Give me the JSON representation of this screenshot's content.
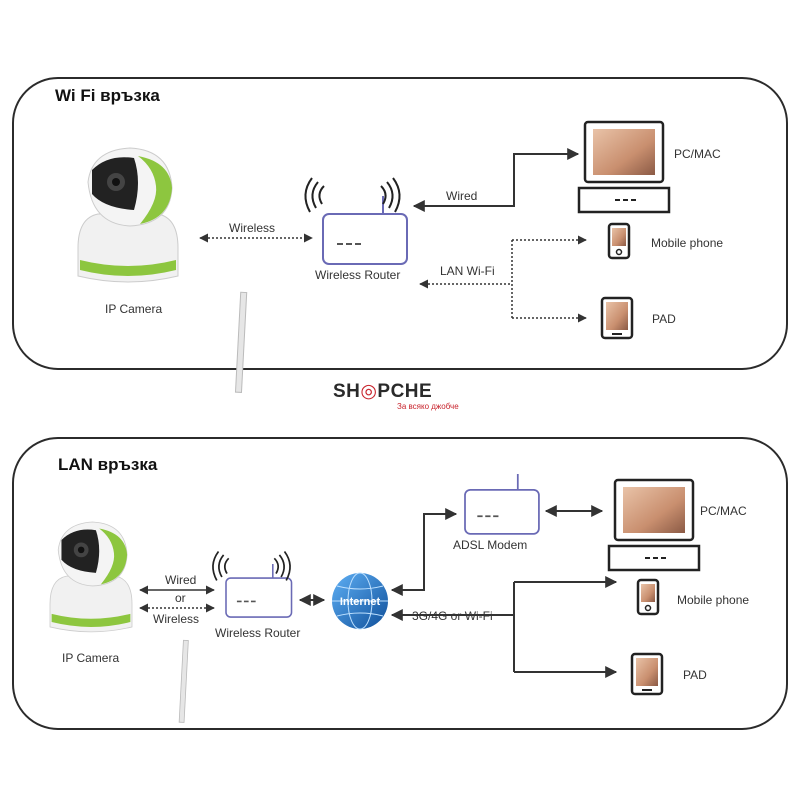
{
  "brand": {
    "name_left": "SH",
    "name_right": "PCHE",
    "tagline": "За всяко джобче",
    "accent_color": "#c8232c"
  },
  "wifi_panel": {
    "title": "Wi Fi връзка",
    "nodes": {
      "camera": "IP Camera",
      "router": "Wireless Router",
      "pc": "PC/MAC",
      "phone": "Mobile phone",
      "pad": "PAD"
    },
    "links": {
      "camera_router": "Wireless",
      "router_pc": "Wired",
      "router_devices": "LAN Wi-Fi"
    }
  },
  "lan_panel": {
    "title": "LAN връзка",
    "nodes": {
      "camera": "IP Camera",
      "router": "Wireless Router",
      "internet": "Internet",
      "modem": "ADSL Modem",
      "pc": "PC/MAC",
      "phone": "Mobile phone",
      "pad": "PAD"
    },
    "links": {
      "camera_router_top": "Wired",
      "camera_router_mid": "or",
      "camera_router_bottom": "Wireless",
      "internet_devices": "3G/4G or Wi-Fi"
    }
  },
  "icons": [
    "ip-camera-icon",
    "wireless-router-icon",
    "pc-monitor-icon",
    "mobile-phone-icon",
    "tablet-icon",
    "internet-globe-icon",
    "adsl-modem-icon"
  ],
  "colors": {
    "camera_accent": "#8dc63f",
    "globe": "#1f73c9",
    "lines": "#333333"
  }
}
